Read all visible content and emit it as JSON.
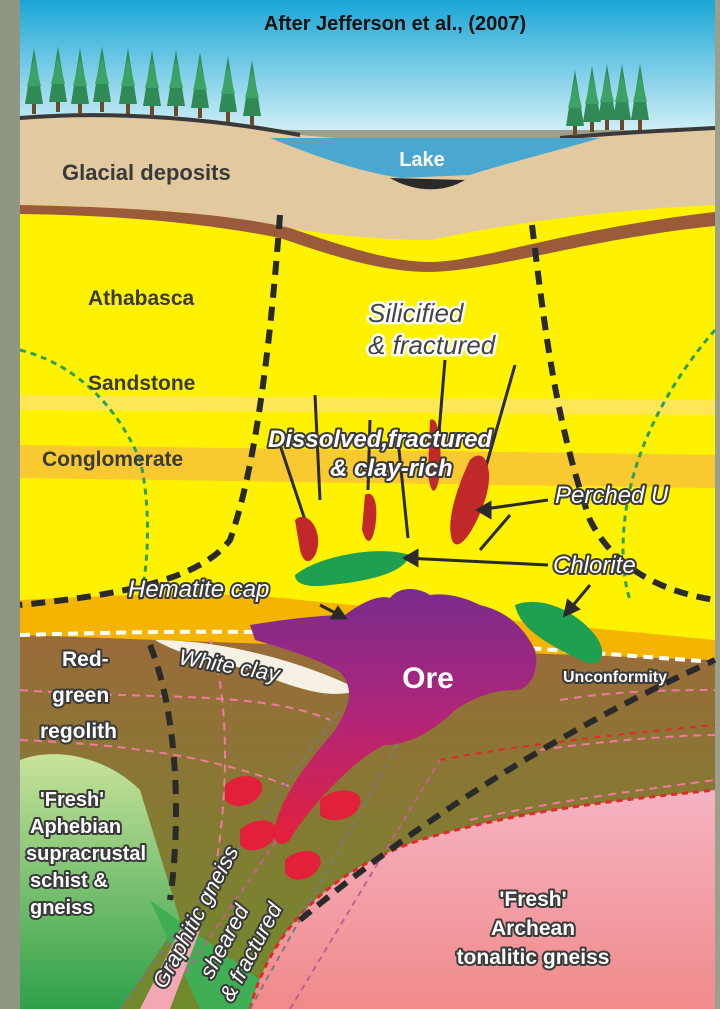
{
  "title": "After Jefferson et al., (2007)",
  "labels": {
    "glacial": "Glacial deposits",
    "lake": "Lake",
    "athabasca": "Athabasca",
    "sandstone": "Sandstone",
    "conglomerate": "Conglomerate",
    "silicified_1": "Silicified",
    "silicified_2": "& fractured",
    "dissolved_1": "Dissolved,fractured",
    "dissolved_2": "& clay-rich",
    "perched": "Perched U",
    "chlorite": "Chlorite",
    "hematite": "Hematite cap",
    "white_clay": "White clay",
    "ore": "Ore",
    "unconformity": "Unconformity",
    "regolith_1": "Red-",
    "regolith_2": "green",
    "regolith_3": "regolith",
    "fresh_aph_1": "'Fresh'",
    "fresh_aph_2": "Aphebian",
    "fresh_aph_3": "supracrustal",
    "fresh_aph_4": "schist &",
    "fresh_aph_5": "gneiss",
    "graphitic_1": "Graphitic gneiss",
    "graphitic_2": "sheared",
    "graphitic_3": "& fractured",
    "fresh_arch_1": "'Fresh'",
    "fresh_arch_2": "Archean",
    "fresh_arch_3": "tonalitic gneiss"
  },
  "colors": {
    "sky": "#3fb8d8",
    "lake": "#4aa8d0",
    "glacial": "#e2c9a0",
    "sandstone": "#fff200",
    "conglomerate": "#f9c930",
    "hematite": "#f5b400",
    "regolith": "#9a6b3a",
    "archean": "#f2a0a8",
    "ore_purple": "#8a2b8a",
    "ore_red": "#e2203a",
    "chlorite": "#1fa050",
    "trees": "#2f8a55"
  },
  "icons": {
    "tree": "conifer-tree-icon"
  }
}
